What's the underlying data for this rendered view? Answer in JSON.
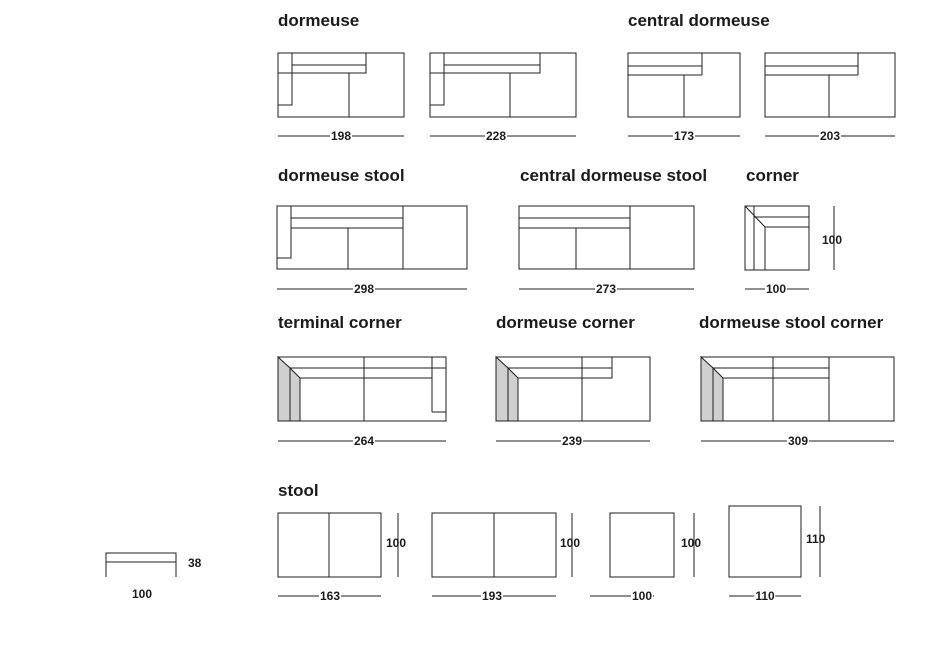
{
  "labels": {
    "dormeuse": "dormeuse",
    "central_dormeuse": "central dormeuse",
    "dormeuse_stool": "dormeuse stool",
    "central_dormeuse_stool": "central dormeuse stool",
    "corner": "corner",
    "terminal_corner": "terminal corner",
    "dormeuse_corner": "dormeuse corner",
    "dormeuse_stool_corner": "dormeuse stool corner",
    "stool": "stool"
  },
  "dims": {
    "dormeuse_a": "198",
    "dormeuse_b": "228",
    "central_a": "173",
    "central_b": "203",
    "dormeuse_stool": "298",
    "central_dormeuse_stool": "273",
    "corner_w": "100",
    "corner_d": "100",
    "terminal_corner": "264",
    "dormeuse_corner": "239",
    "dormeuse_stool_corner": "309",
    "stool_1_w": "163",
    "stool_1_d": "100",
    "stool_2_w": "193",
    "stool_2_d": "100",
    "stool_3_w": "100",
    "stool_3_d": "100",
    "stool_4_w": "110",
    "stool_4_d": "110",
    "height_w": "100",
    "height_h": "38"
  }
}
